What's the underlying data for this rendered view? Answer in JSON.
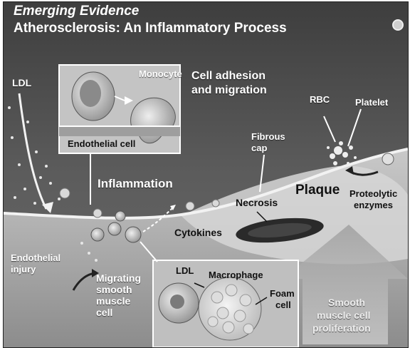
{
  "header": {
    "eyebrow": "Emerging Evidence",
    "title": "Atherosclerosis: An Inflammatory Process"
  },
  "labels": {
    "ldl_top": "LDL",
    "monocyte": "Monocyte",
    "cell_adhesion_1": "Cell adhesion",
    "cell_adhesion_2": "and migration",
    "rbc": "RBC",
    "platelet": "Platelet",
    "fibrous_1": "Fibrous",
    "fibrous_2": "cap",
    "endothelial_cell": "Endothelial cell",
    "inflammation": "Inflammation",
    "plaque": "Plaque",
    "proteolytic_1": "Proteolytic",
    "proteolytic_2": "enzymes",
    "necrosis": "Necrosis",
    "cytokines": "Cytokines",
    "endothelial_injury_1": "Endothelial",
    "endothelial_injury_2": "injury",
    "migrating_1": "Migrating",
    "migrating_2": "smooth",
    "migrating_3": "muscle",
    "migrating_4": "cell",
    "ldl_inset": "LDL",
    "macrophage": "Macrophage",
    "foam_1": "Foam",
    "foam_2": "cell",
    "smooth_prolif_1": "Smooth",
    "smooth_prolif_2": "muscle cell",
    "smooth_prolif_3": "proliferation"
  }
}
